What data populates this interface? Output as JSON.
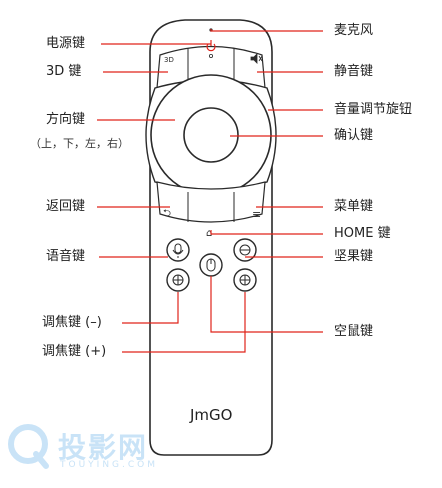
{
  "labels": {
    "power": "电源键",
    "threed": "3D 键",
    "direction": "方向键",
    "direction_sub": "（上，下，左，右）",
    "back": "返回键",
    "voice": "语音键",
    "focus_minus": "调焦键 (–)",
    "focus_plus": "调焦键 (+)",
    "mic": "麦克风",
    "mute": "静音键",
    "volume": "音量调节旋钮",
    "ok": "确认键",
    "menu": "菜单键",
    "home": "HOME 键",
    "nut": "坚果键",
    "airmouse": "空鼠键"
  },
  "button_text": {
    "threed": "3D",
    "menu": "≡",
    "back": "⮌",
    "home": "⌂"
  },
  "brand": "JmGO",
  "watermark": {
    "text": "投影网",
    "sub": "TOUYING.COM"
  },
  "colors": {
    "callout_line": "#e0241b",
    "outline": "#2a2a2a",
    "watermark": "#c9e3f7"
  }
}
